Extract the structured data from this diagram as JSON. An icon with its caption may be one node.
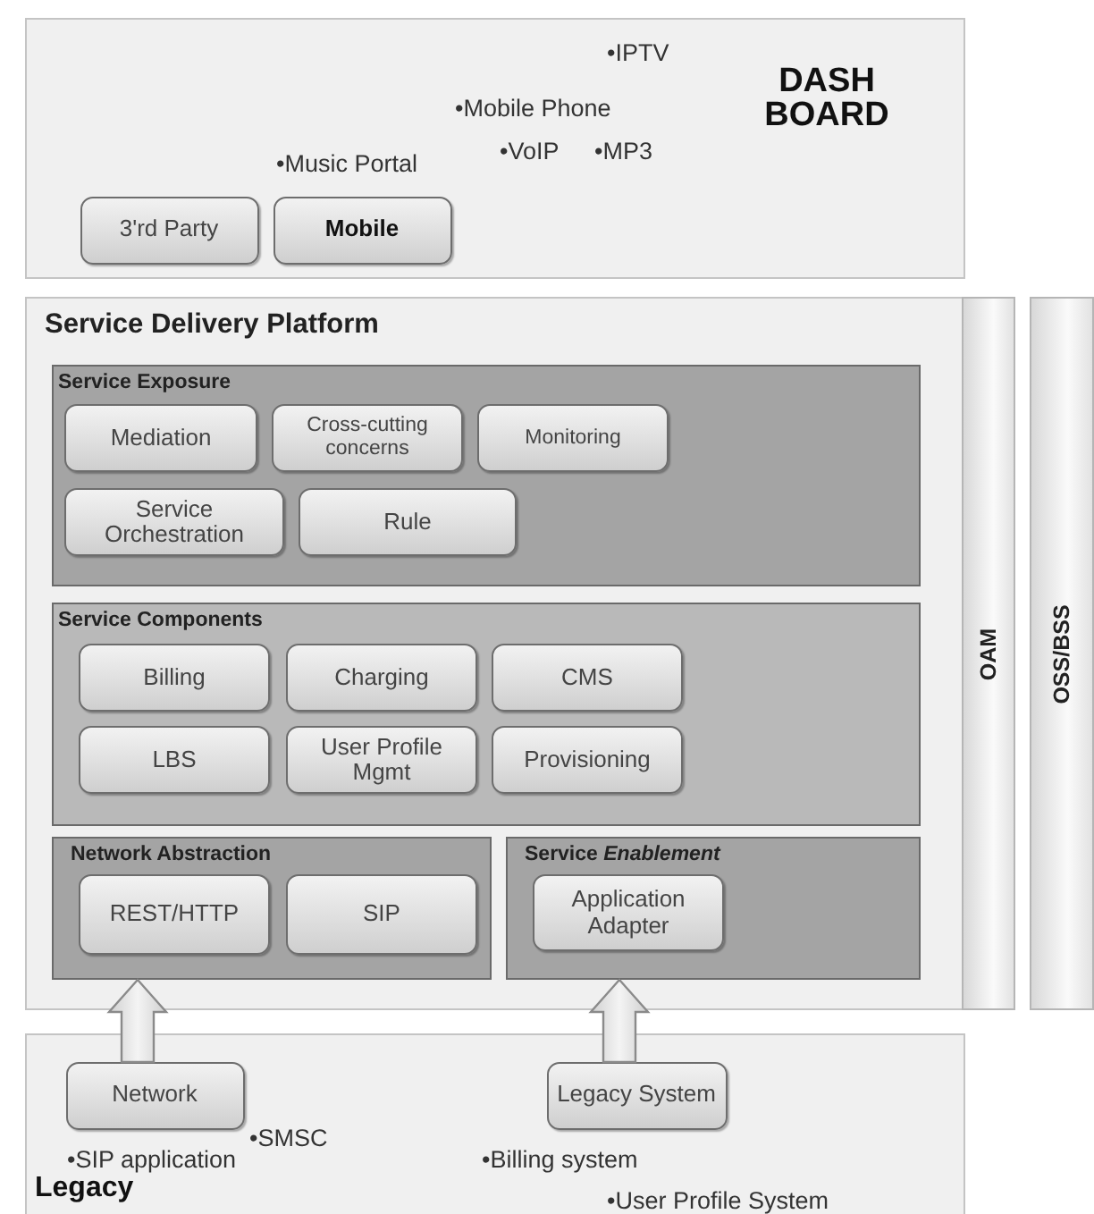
{
  "diagram": {
    "nodes": [
      {
        "text": [
          "•IPTV",
          "•Mobile Phone",
          "DASH BOARD",
          "•Music Portal",
          "•VoIP",
          "•MP3"
        ]
      },
      {
        "text": [
          "3'rd Party"
        ],
        "in": 0
      },
      {
        "text": [
          "Mobile"
        ],
        "in": 0
      },
      {
        "text": [
          "Service Delivery Platform"
        ]
      },
      {
        "text": [
          "Service Exposure"
        ],
        "in": 3
      },
      {
        "text": [
          "Mediation"
        ],
        "in": 4
      },
      {
        "text": [
          "Cross-cutting concerns"
        ],
        "in": 4
      },
      {
        "text": [
          "Monitoring"
        ],
        "in": 4
      },
      {
        "text": [
          "Service Orchestration"
        ],
        "in": 4
      },
      {
        "text": [
          "Rule"
        ],
        "in": 4
      },
      {
        "text": [
          "Service Components"
        ],
        "in": 3
      },
      {
        "text": [
          "Billing"
        ],
        "in": 10
      },
      {
        "text": [
          "Charging"
        ],
        "in": 10
      },
      {
        "text": [
          "CMS"
        ],
        "in": 10
      },
      {
        "text": [
          "LBS"
        ],
        "in": 10
      },
      {
        "text": [
          "User Profile Mgmt"
        ],
        "in": 10
      },
      {
        "text": [
          "Provisioning"
        ],
        "in": 10
      },
      {
        "text": [
          "Network Abstraction"
        ],
        "in": 3
      },
      {
        "text": [
          "REST/HTTP"
        ],
        "in": 17
      },
      {
        "text": [
          "SIP"
        ],
        "in": 17
      },
      {
        "text": [
          "Service *Enablement*"
        ],
        "in": 3
      },
      {
        "text": [
          "Application Adapter"
        ],
        "in": 20
      },
      {
        "text": [
          "OAM"
        ]
      },
      {
        "text": [
          "OSS/BSS"
        ]
      },
      {
        "text": [
          "•SMSC",
          "•SIP application",
          "•Billing system",
          "Legacy",
          "•User Profile System"
        ]
      },
      {
        "text": [
          "Network"
        ],
        "in": 24
      },
      {
        "text": [
          "Legacy System"
        ],
        "in": 24
      }
    ],
    "edges": [
      {
        "from": 25,
        "to": 17,
        "arrow": "to"
      },
      {
        "from": 26,
        "to": 20,
        "arrow": "to"
      }
    ]
  }
}
